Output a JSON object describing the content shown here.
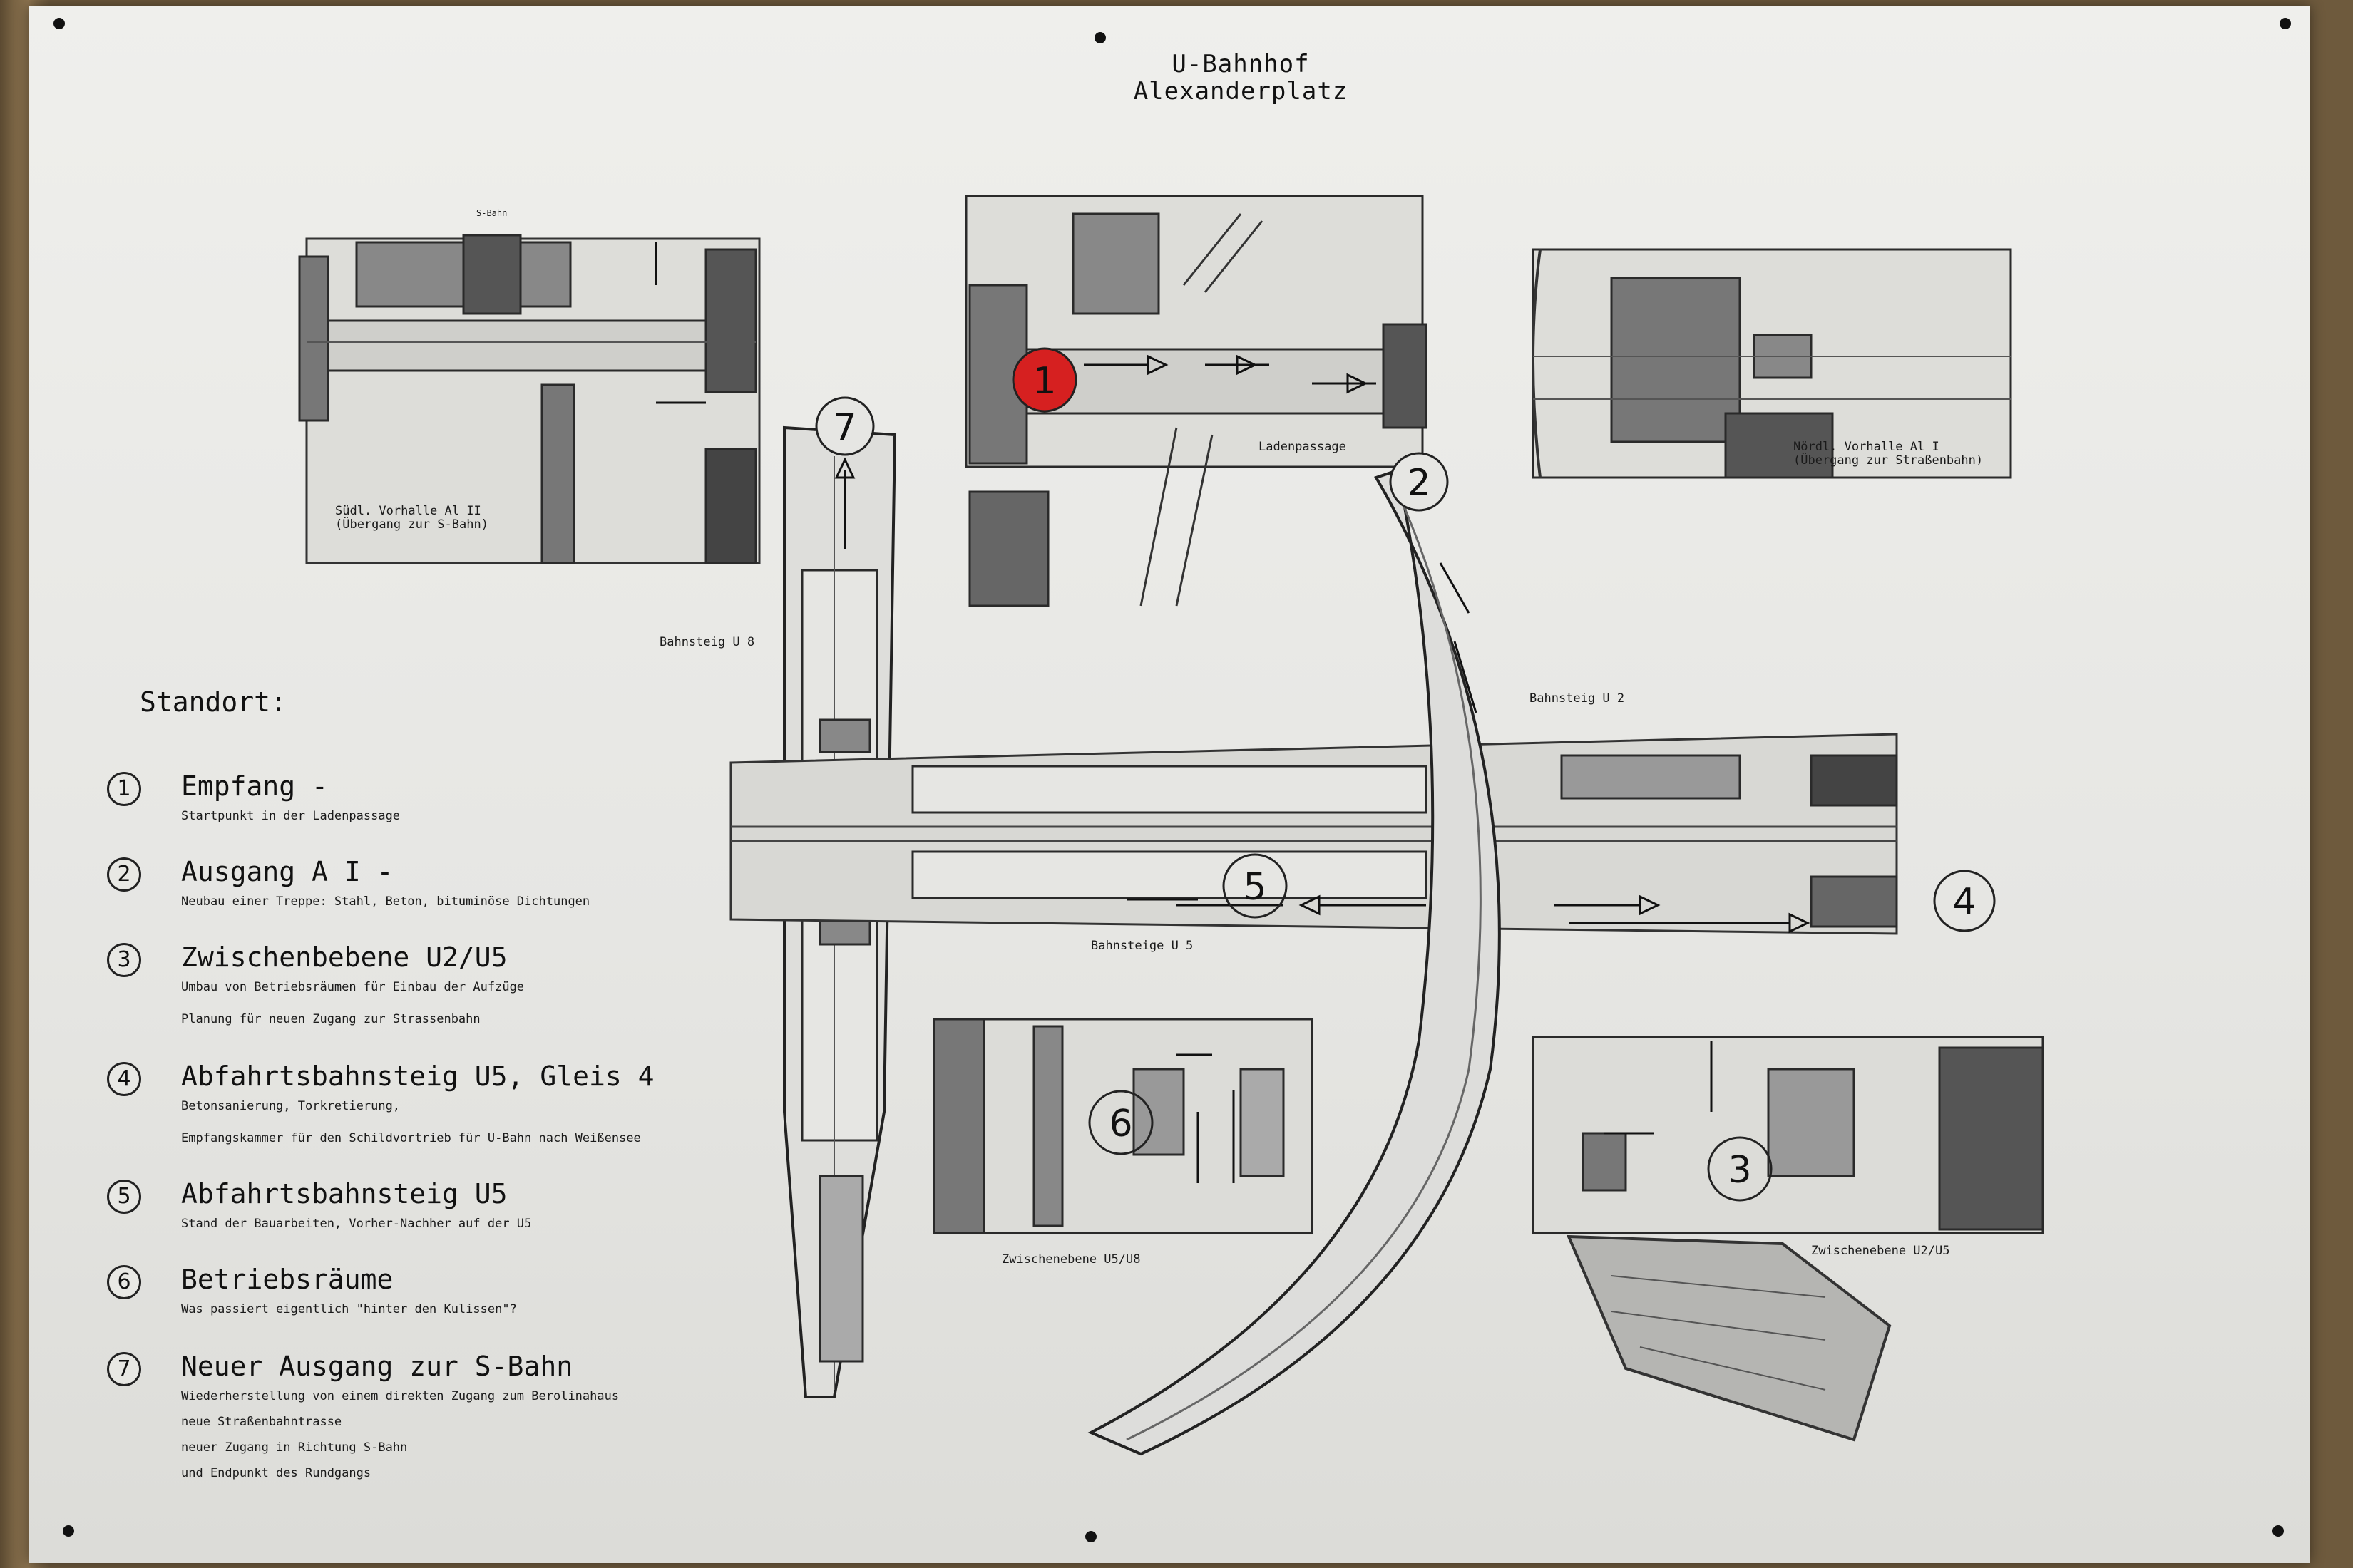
{
  "title": {
    "line1": "U-Bahnhof",
    "line2": "Alexanderplatz"
  },
  "labels": {
    "sbahn": "S-Bahn",
    "sued_line1": "Südl. Vorhalle Al II",
    "sued_line2": "(Übergang zur S-Bahn)",
    "ladenpassage": "Ladenpassage",
    "noerd_line1": "Nördl. Vorhalle Al I",
    "noerd_line2": "(Übergang zur Straßenbahn)",
    "u8": "Bahnsteig U 8",
    "u2": "Bahnsteig U 2",
    "u5": "Bahnsteige U 5",
    "zw58": "Zwischenebene U5/U8",
    "zw25": "Zwischenebene U2/U5"
  },
  "legend": {
    "heading": "Standort:",
    "items": [
      {
        "num": "1",
        "title": "Empfang -",
        "lines": [
          "Startpunkt in der Ladenpassage"
        ]
      },
      {
        "num": "2",
        "title": "Ausgang A I -",
        "lines": [
          "Neubau einer Treppe: Stahl, Beton, bituminöse Dichtungen"
        ]
      },
      {
        "num": "3",
        "title": "Zwischenbebene U2/U5",
        "lines": [
          "Umbau von Betriebsräumen für Einbau der Aufzüge",
          "Planung für neuen Zugang zur Strassenbahn"
        ]
      },
      {
        "num": "4",
        "title": "Abfahrtsbahnsteig U5, Gleis 4",
        "lines": [
          "Betonsanierung,  Torkretierung,",
          "Empfangskammer für den Schildvortrieb für U-Bahn nach Weißensee"
        ]
      },
      {
        "num": "5",
        "title": "Abfahrtsbahnsteig U5",
        "lines": [
          "Stand der Bauarbeiten, Vorher-Nachher auf der U5"
        ]
      },
      {
        "num": "6",
        "title": "Betriebsräume",
        "lines": [
          "Was passiert eigentlich \"hinter den Kulissen\"?"
        ]
      },
      {
        "num": "7",
        "title": "Neuer Ausgang zur S-Bahn",
        "lines": [
          "Wiederherstellung von einem direkten Zugang zum Berolinahaus",
          "neue Straßenbahntrasse",
          "neuer Zugang in Richtung S-Bahn",
          "und Endpunkt des Rundgangs"
        ]
      }
    ]
  },
  "markers": {
    "m1": "1",
    "m2": "2",
    "m3": "3",
    "m4": "4",
    "m5": "5",
    "m6": "6",
    "m7": "7"
  },
  "colors": {
    "marker_start": "#d62020",
    "ink": "#1a1a1a",
    "paper": "#ebebe8"
  }
}
